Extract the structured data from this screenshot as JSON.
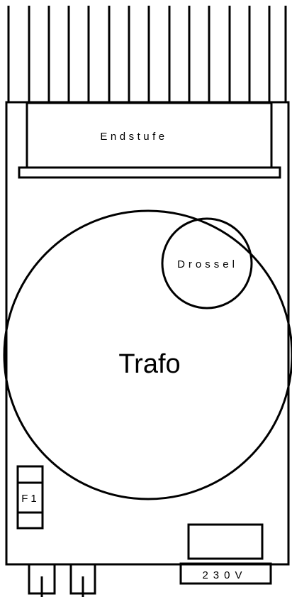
{
  "diagram": {
    "labels": {
      "amplifier": "Endstufe",
      "choke": "Drossel",
      "transformer": "Trafo",
      "fuse": "F1",
      "mains": "230V"
    },
    "colors": {
      "stroke": "#000000",
      "background": "#ffffff"
    }
  }
}
